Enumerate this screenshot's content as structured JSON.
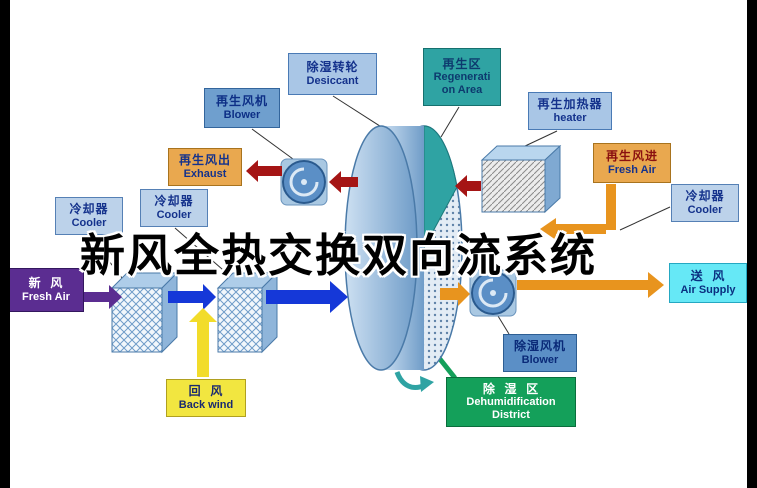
{
  "watermark": {
    "text": "新风全热交换双向流系统"
  },
  "labels": {
    "desiccant": {
      "zh": "除湿转轮",
      "en": "Desiccant"
    },
    "regen_area": {
      "zh": "再生区",
      "en1": "Regenerati",
      "en2": "on Area"
    },
    "regen_fan": {
      "zh": "再生风机",
      "en": "Blower"
    },
    "regen_heater": {
      "zh": "再生加热器",
      "en": "heater"
    },
    "exhaust": {
      "zh": "再生风出",
      "en": "Exhaust"
    },
    "regen_fresh": {
      "zh": "再生风进",
      "en": "Fresh Air"
    },
    "cooler_left1": {
      "zh": "冷却器",
      "en": "Cooler"
    },
    "cooler_left2": {
      "zh": "冷却器",
      "en": "Cooler"
    },
    "cooler_right": {
      "zh": "冷却器",
      "en": "Cooler"
    },
    "fresh_air": {
      "zh": "新  风",
      "en": "Fresh Air"
    },
    "air_supply": {
      "zh": "送  风",
      "en": "Air Supply"
    },
    "back_wind": {
      "zh": "回  风",
      "en": "Back wind"
    },
    "dehum_fan": {
      "zh": "除湿风机",
      "en": "Blower"
    },
    "dehum_district": {
      "zh": "除  湿  区",
      "en1": "Dehumidification",
      "en2": "District"
    }
  },
  "colors": {
    "fresh_air_arrow": "#5b2d91",
    "process_arrow": "#1538d8",
    "return_arrow": "#f2dc2a",
    "supply_arrow": "#e8941e",
    "regen_hot_arrow": "#a51515",
    "regen_sector": "#2fa3a3",
    "dehum_green": "#14a05a",
    "supply_label_bg": "#66e8f6",
    "label_blue_bg": "#a9c6e6"
  }
}
